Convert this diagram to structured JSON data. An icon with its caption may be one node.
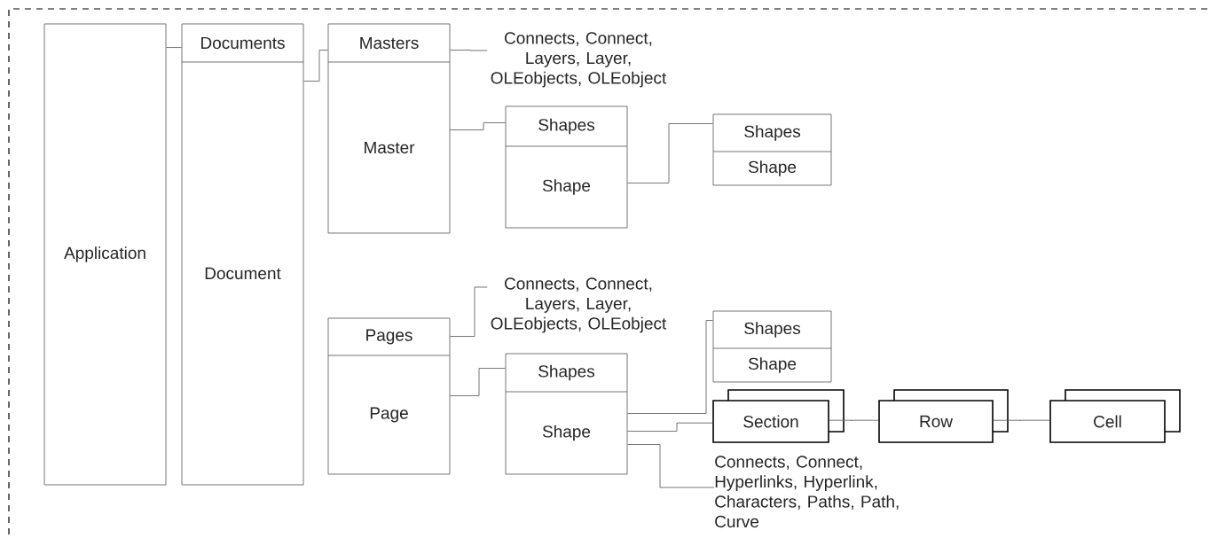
{
  "diagram": {
    "nodes": [
      {
        "text": [
          "Application"
        ]
      },
      {
        "text": [
          "Documents",
          "Document"
        ]
      },
      {
        "text": [
          "Masters",
          "Master"
        ]
      },
      {
        "text": [
          "Connects, Connect, Layers, Layer, OLEobjects, OLEobject"
        ]
      },
      {
        "text": [
          "Shapes",
          "Shape"
        ]
      },
      {
        "text": [
          "Shapes",
          "Shape"
        ]
      },
      {
        "text": [
          "Pages",
          "Page"
        ]
      },
      {
        "text": [
          "Connects, Connect, Layers, Layer, OLEobjects, OLEobject"
        ]
      },
      {
        "text": [
          "Shapes",
          "Shape"
        ]
      },
      {
        "text": [
          "Shapes",
          "Shape"
        ]
      },
      {
        "text": [
          "Section"
        ]
      },
      {
        "text": [
          "Row"
        ]
      },
      {
        "text": [
          "Cell"
        ]
      },
      {
        "text": [
          "Connects, Connect, Hyperlinks, Hyperlink, Characters, Paths, Path, Curve"
        ]
      }
    ],
    "edges": [
      {
        "from": 0,
        "to": 1,
        "arrow": "none"
      },
      {
        "from": 1,
        "to": 2,
        "arrow": "none"
      },
      {
        "from": 2,
        "to": 3,
        "arrow": "none"
      },
      {
        "from": 2,
        "to": 4,
        "arrow": "none"
      },
      {
        "from": 4,
        "to": 5,
        "arrow": "none"
      },
      {
        "from": 6,
        "to": 7,
        "arrow": "none"
      },
      {
        "from": 6,
        "to": 8,
        "arrow": "none"
      },
      {
        "from": 8,
        "to": 9,
        "arrow": "none"
      },
      {
        "from": 8,
        "to": 10,
        "arrow": "none"
      },
      {
        "from": 8,
        "to": 13,
        "arrow": "none"
      },
      {
        "from": 10,
        "to": 11,
        "arrow": "none"
      },
      {
        "from": 11,
        "to": 12,
        "arrow": "none"
      }
    ]
  }
}
